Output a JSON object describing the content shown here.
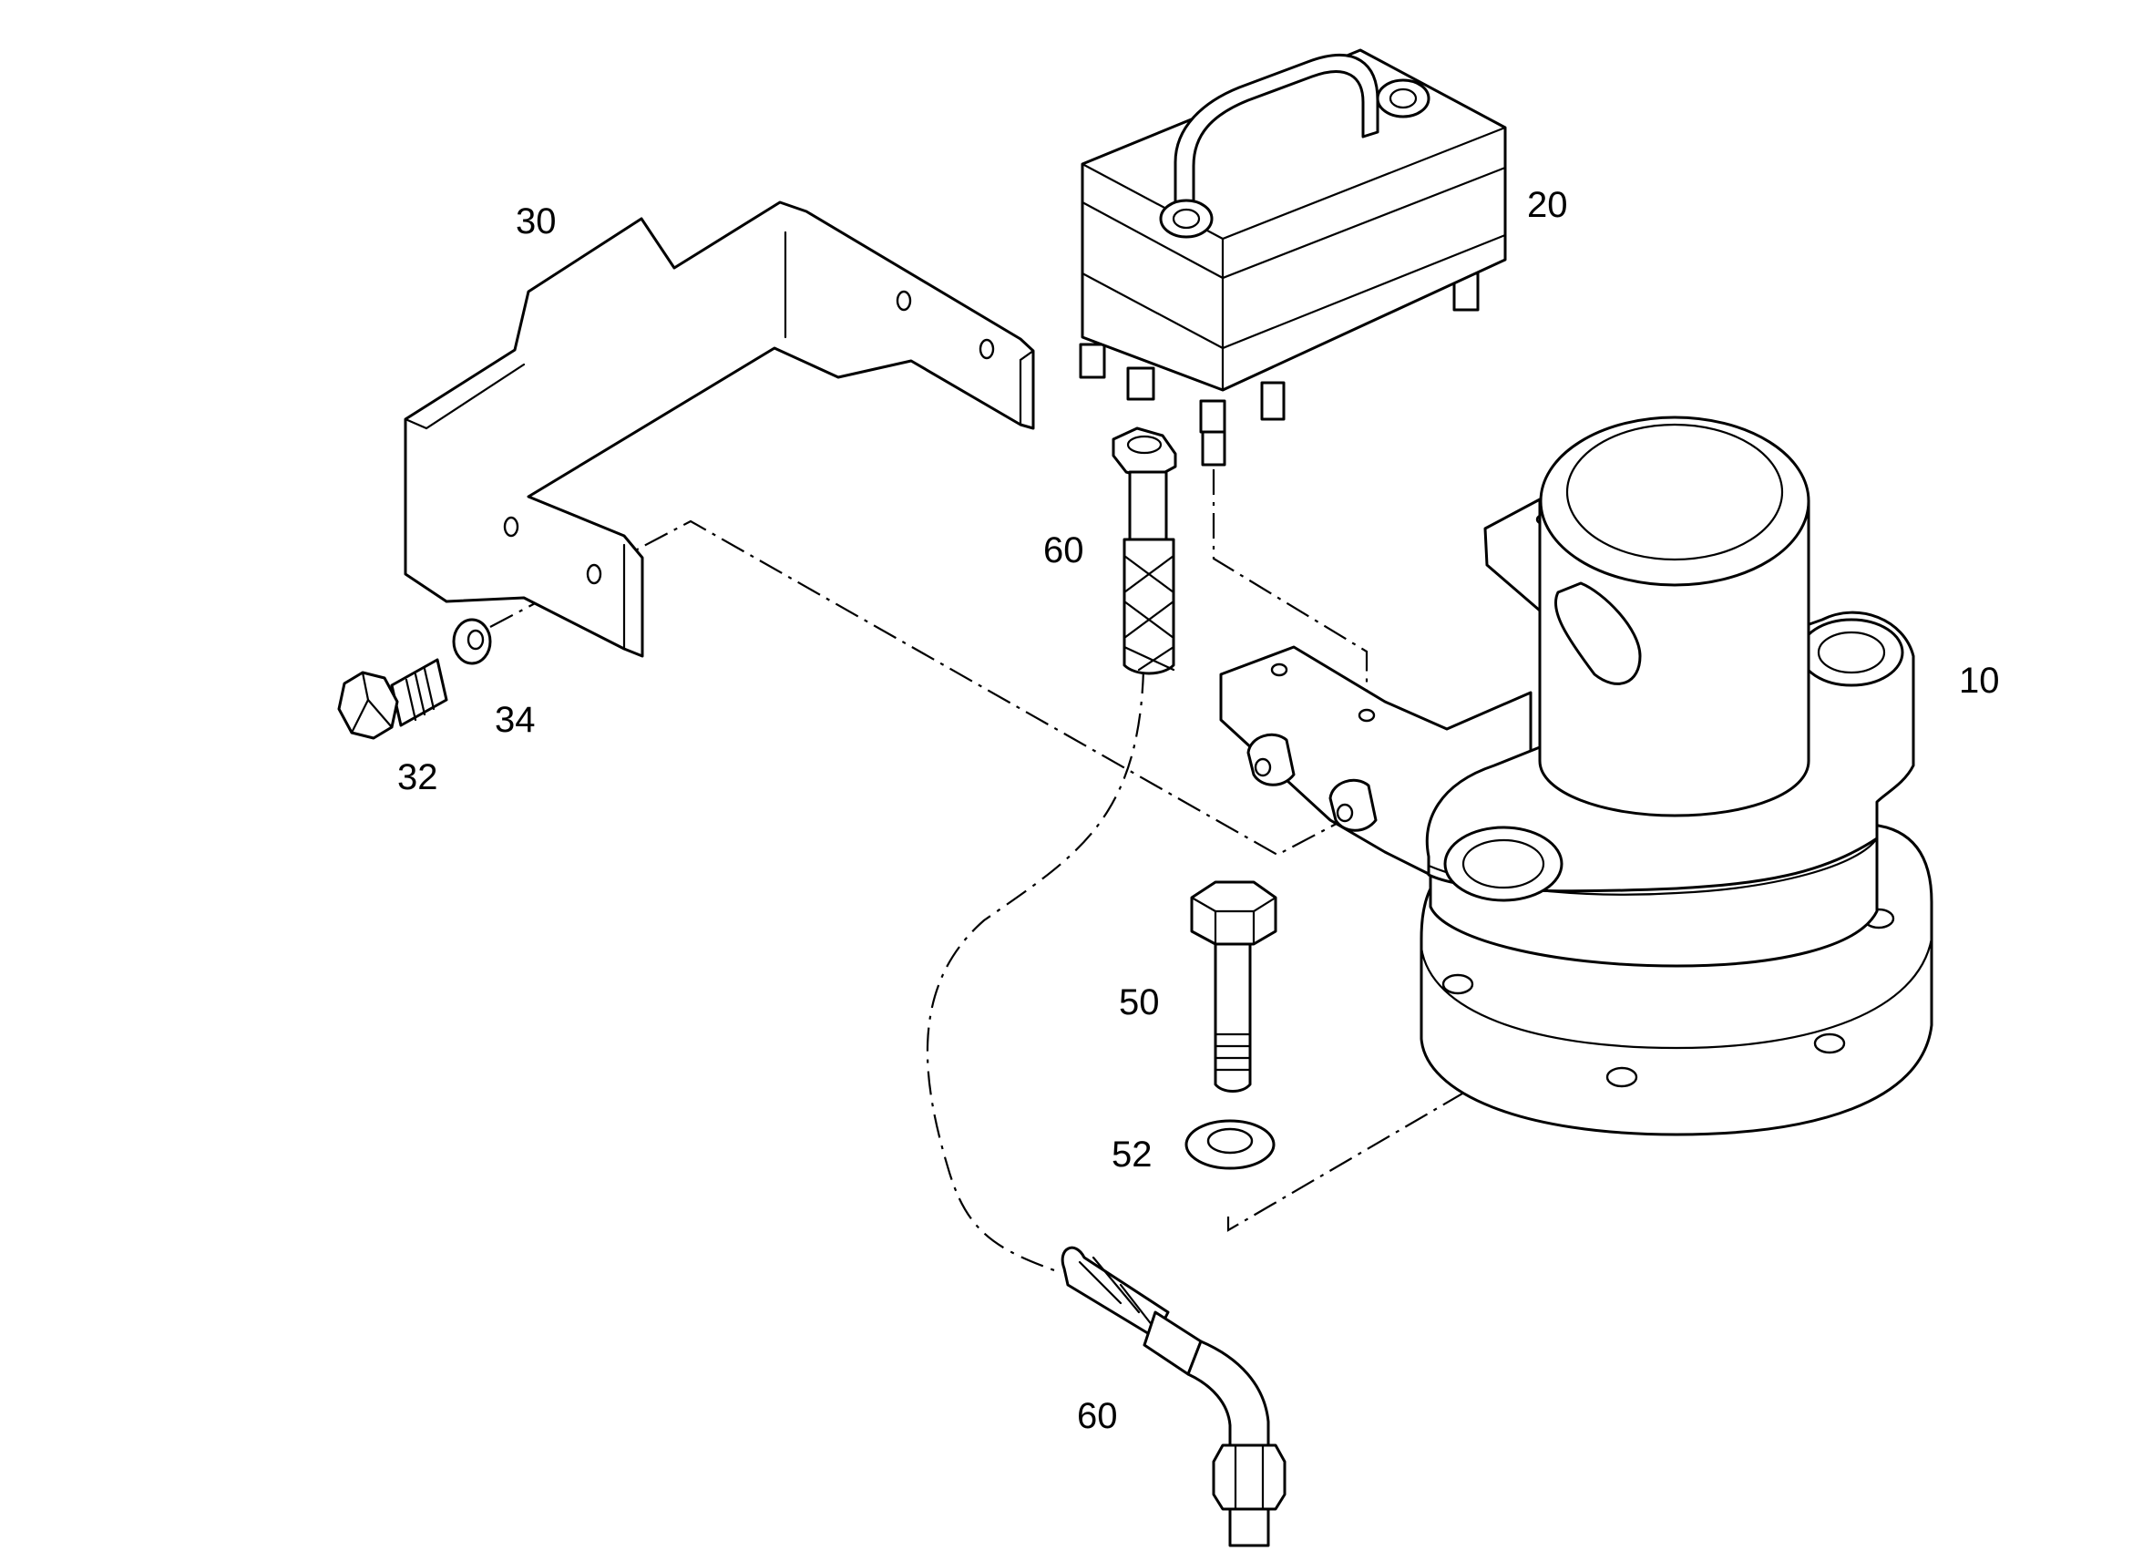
{
  "callouts": {
    "c10": "10",
    "c20": "20",
    "c30": "30",
    "c32": "32",
    "c34": "34",
    "c50": "50",
    "c52": "52",
    "c60_upper": "60",
    "c60_lower": "60"
  },
  "colors": {
    "line": "#000000",
    "background": "#ffffff"
  }
}
